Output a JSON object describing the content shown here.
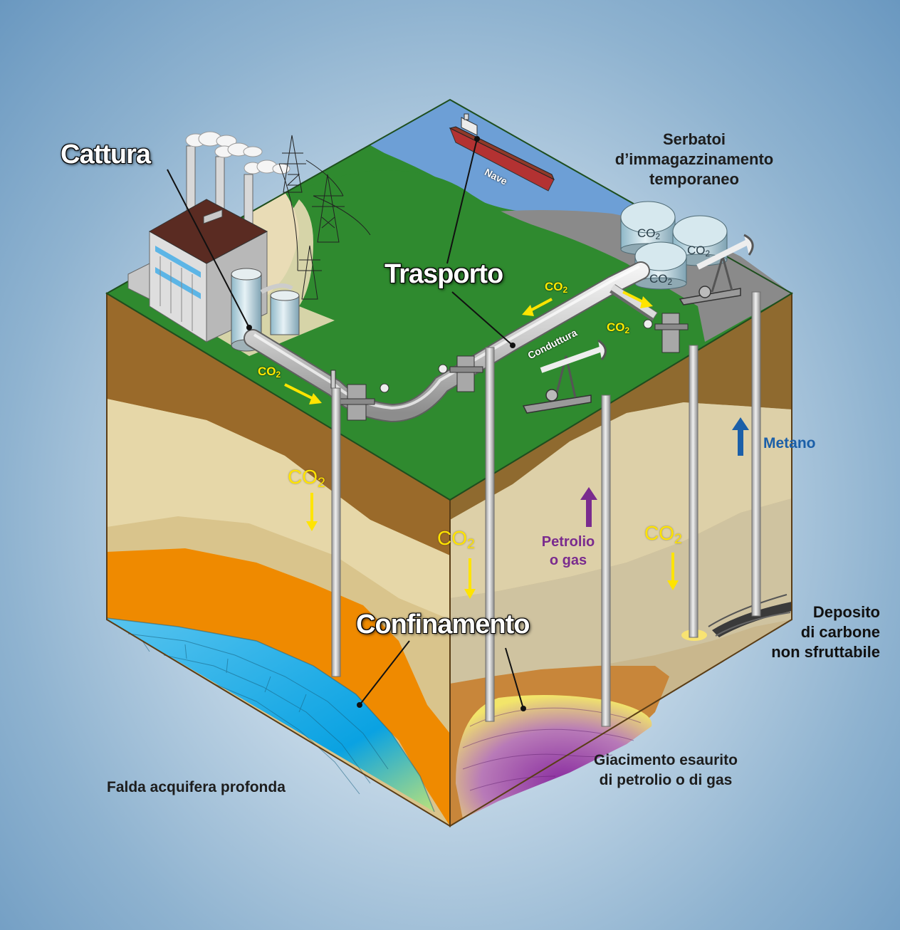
{
  "labels": {
    "capture": "Cattura",
    "transport": "Trasporto",
    "confinement": "Confinamento",
    "storage_tanks": [
      "Serbatoi",
      "d’immagazzinamento",
      "temporaneo"
    ],
    "ship": "Nave",
    "pipeline": "Conduttura",
    "methane": "Metano",
    "oil_gas": [
      "Petrolio",
      "o gas"
    ],
    "coal": [
      "Deposito",
      "di carbone",
      "non sfruttabile"
    ],
    "aquifer": "Falda acquifera profonda",
    "depleted": [
      "Giacimento esaurito",
      "di petrolio o di gas"
    ],
    "co2_main": "CO",
    "co2_sub": "2",
    "tank_label": "CO",
    "tank_sub": "2"
  },
  "colors": {
    "grass": "#2f8a2f",
    "sea": "#6d9fd6",
    "soil_brown": "#9a6a2a",
    "sand": "#d8c58e",
    "orange": "#ef8a00",
    "aquifer": "#1aa8e0",
    "oil": "#7a2b8e",
    "co2_yellow": "#ffe400",
    "methane_blue": "#1b5fa8"
  }
}
